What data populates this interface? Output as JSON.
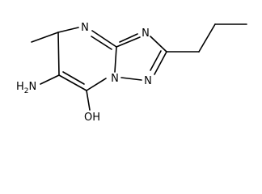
{
  "molecule": {
    "atoms": {
      "n_upper_left": "N",
      "n_upper_right": "N",
      "n_bridge": "N",
      "n_lower": "N",
      "amine": "NH2",
      "hydroxyl": "OH"
    },
    "amine_parts": {
      "h": "H",
      "sub": "2",
      "n": "N"
    }
  }
}
